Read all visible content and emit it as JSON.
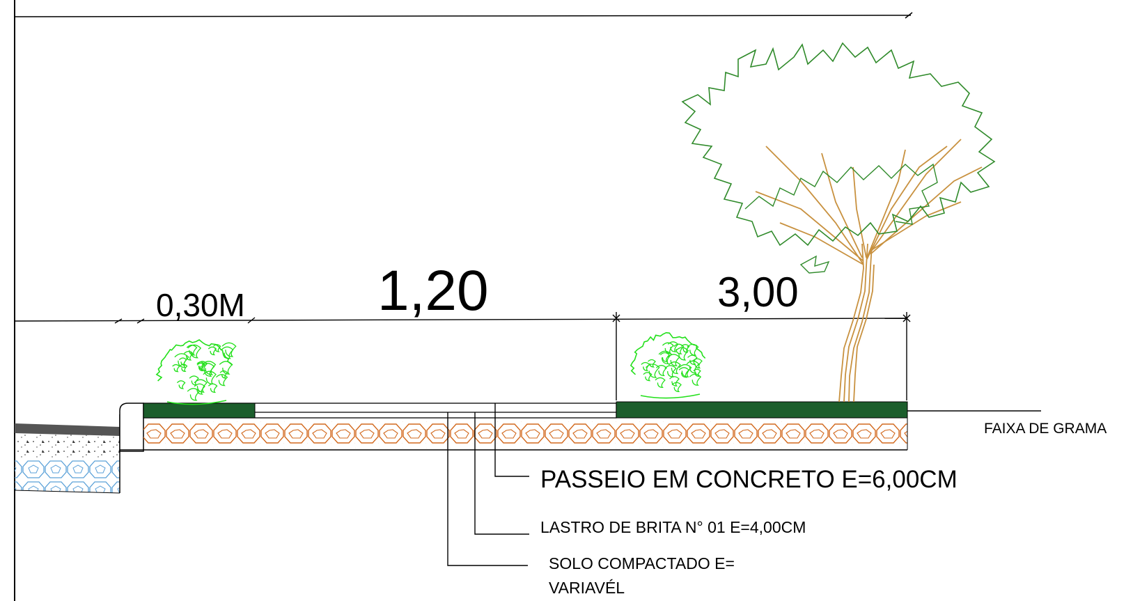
{
  "dimensions": {
    "strip_width": "0,30M",
    "walkway_width": "1,20",
    "grass_width": "3,00"
  },
  "callouts": {
    "grass_strip": "FAIXA DE GRAMA",
    "concrete_walk": "PASSEIO EM CONCRETO E=6,00CM",
    "gravel_bed": "LASTRO DE BRITA N° 01 E=4,00CM",
    "compacted_soil_line1": "SOLO COMPACTADO E=",
    "compacted_soil_line2": "VARIAVÉL"
  },
  "colors": {
    "line": "#000000",
    "grass": "#1c5e2c",
    "gravel": "#d2691e",
    "shrub": "#22e01a",
    "canopy": "#2f8a2a",
    "branches": "#c8913f",
    "water_hatch": "#5aa0d8",
    "asphalt": "#555555"
  },
  "icons": [
    "shrub-icon",
    "tree-icon"
  ]
}
